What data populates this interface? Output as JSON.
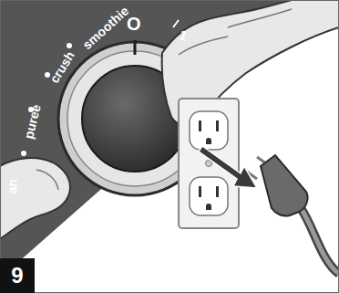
{
  "diagram": {
    "nodes": [
      {
        "text": [
          "9"
        ]
      }
    ],
    "labels": [
      "smoothie",
      "crush",
      "puree",
      "an",
      "O",
      "1"
    ]
  }
}
